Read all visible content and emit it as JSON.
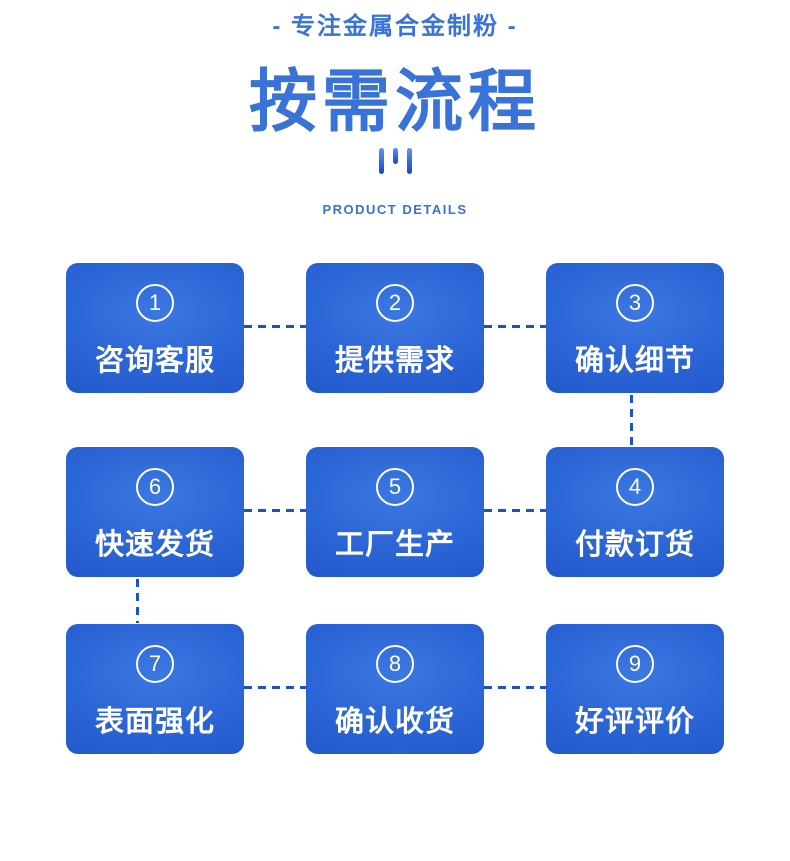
{
  "header": {
    "tagline": "- 专注金属合金制粉 -",
    "title": "按需流程",
    "subtitle": "PRODUCT DETAILS"
  },
  "icons": {
    "triple_bars": "three vertical gradient bars, middle bar shorter"
  },
  "colors": {
    "primary_blue": "#3a73d8",
    "card_highlight": "#3b78e2",
    "card_mid": "#2a63d4",
    "card_dark": "#1d52c4",
    "connector_blue": "#1d52c6",
    "card_text": "#ffffff",
    "background": "#ffffff"
  },
  "steps": [
    {
      "number": "1",
      "label": "咨询客服"
    },
    {
      "number": "2",
      "label": "提供需求"
    },
    {
      "number": "3",
      "label": "确认细节"
    },
    {
      "number": "6",
      "label": "快速发货"
    },
    {
      "number": "5",
      "label": "工厂生产"
    },
    {
      "number": "4",
      "label": "付款订货"
    },
    {
      "number": "7",
      "label": "表面强化"
    },
    {
      "number": "8",
      "label": "确认收货"
    },
    {
      "number": "9",
      "label": "好评评价"
    }
  ],
  "flow_order_note": "S-shaped flow: 1→2→3 (row1), 3→4 vertical, 4→5→6 (row2 right-to-left), 6→7 vertical, 7→8→9 (row3)"
}
